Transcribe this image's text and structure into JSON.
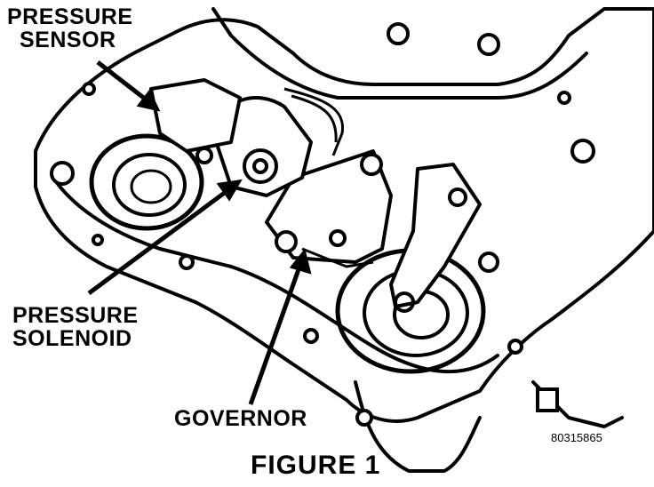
{
  "labels": {
    "pressure_sensor_line1": "PRESSURE",
    "pressure_sensor_line2": "SENSOR",
    "pressure_solenoid_line1": "PRESSURE",
    "pressure_solenoid_line2": "SOLENOID",
    "governor": "GOVERNOR",
    "figure_code": "80315865",
    "figure_caption": "FIGURE 1"
  }
}
